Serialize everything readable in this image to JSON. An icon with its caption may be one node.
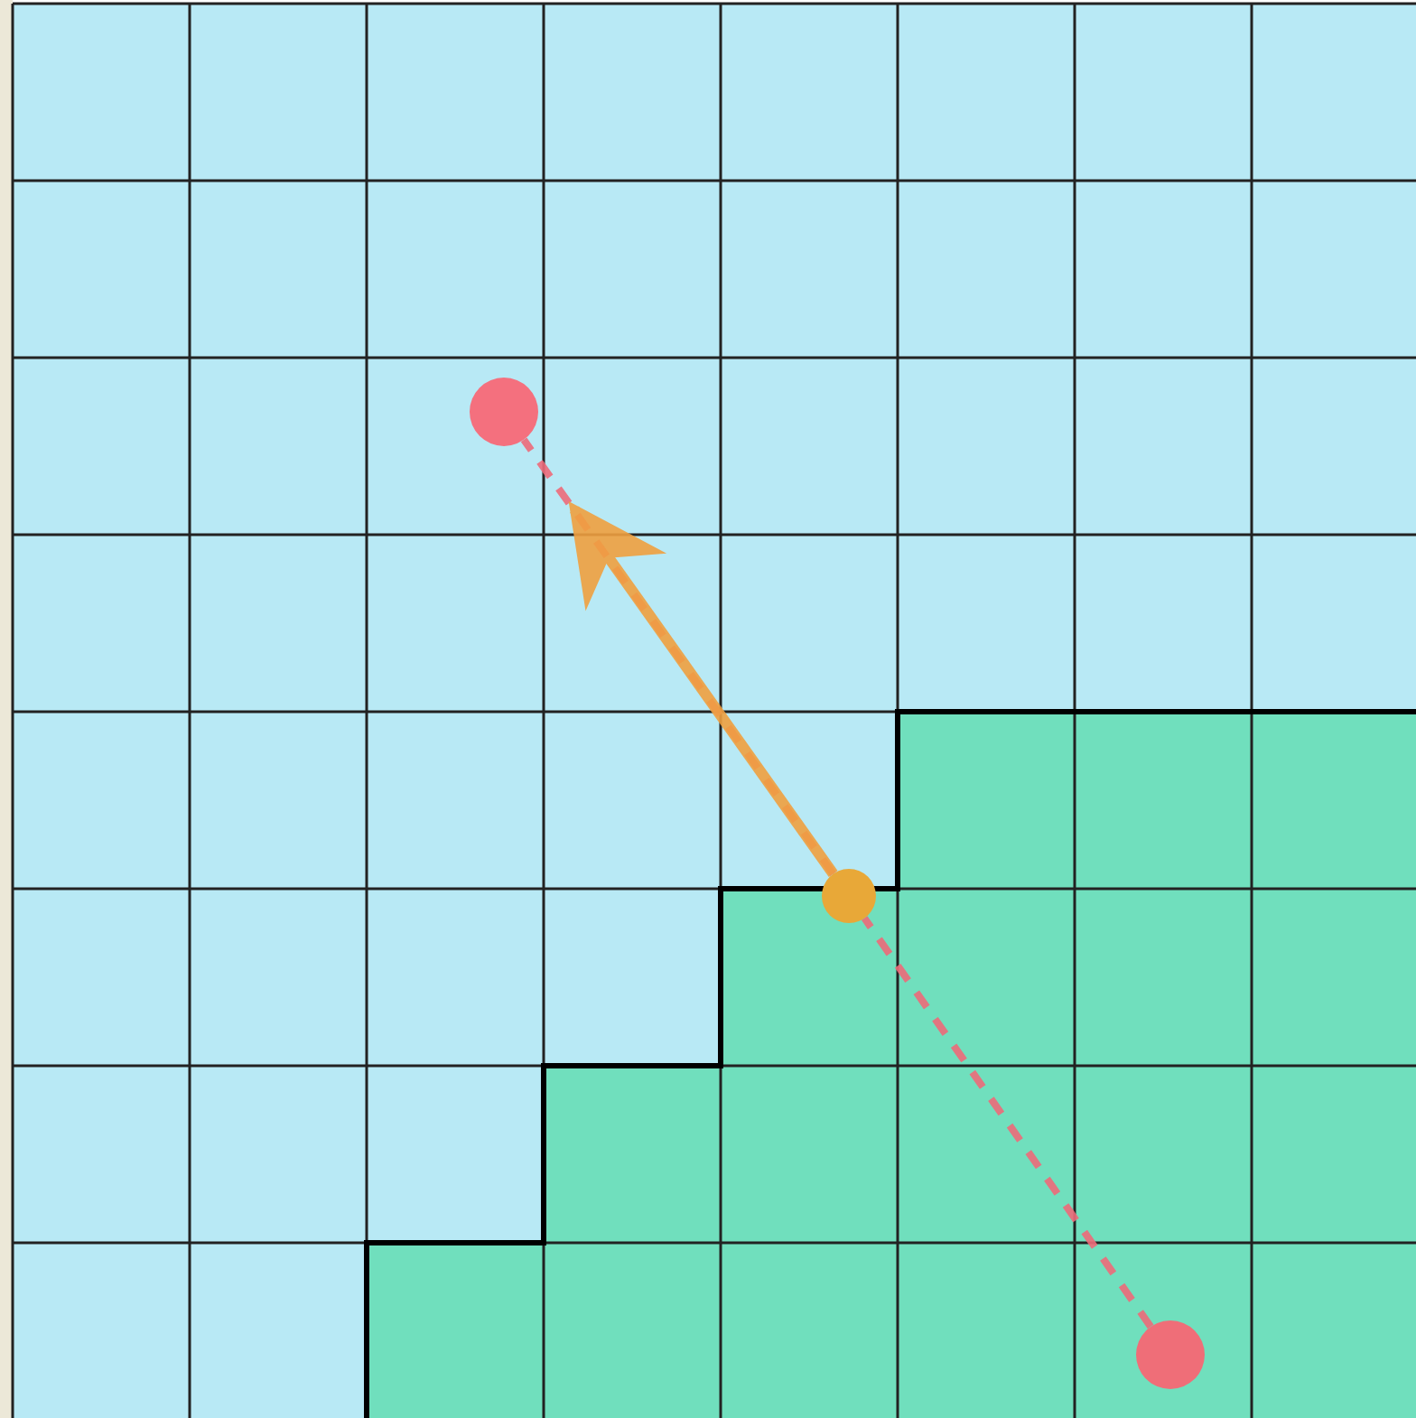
{
  "diagram": {
    "nodes": [
      {
        "text": [],
        "shape": "circle"
      },
      {
        "text": [],
        "shape": "circle"
      },
      {
        "text": [],
        "shape": "circle"
      }
    ],
    "edges": [
      {
        "from": 2,
        "to": 1,
        "arrow": "none",
        "style": "dashed",
        "color": "#ee6b7a"
      },
      {
        "from": 1,
        "to": 0,
        "arrow": "none",
        "style": "dashed",
        "color": "#ee6b7a"
      },
      {
        "from": 1,
        "to": null,
        "arrow": "to",
        "color": "#f0a040"
      }
    ]
  }
}
